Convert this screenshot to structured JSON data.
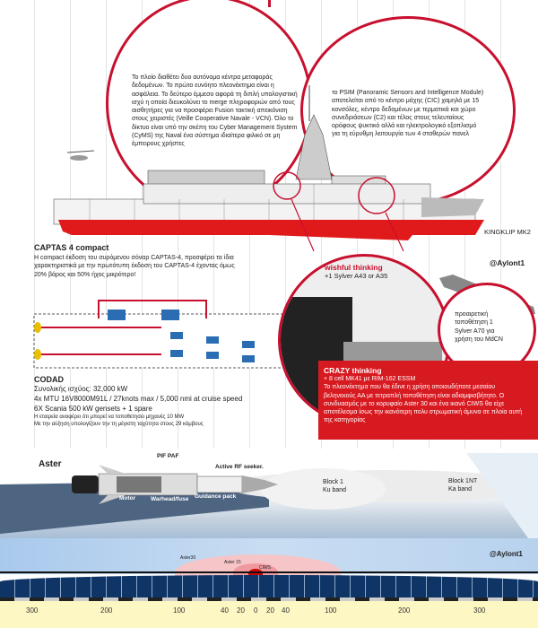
{
  "colors": {
    "accent": "#c8102e",
    "navy": "#0e3566",
    "ruler_bg": "#fdf7c4"
  },
  "circle_left": {
    "text": "Το πλοίο διαθέτει δυο αυτόνομα κέντρα μεταφοράς δεδομένων. Το πρώτο ευνόητο πλεονέκτημα είναι η ασφάλεια. Το δεύτερο έμμεσο αφορά τη διπλή υπολογιστική ισχύ η οποία διευκολύνει το merge πληροφοριών από τους αισθητήρες  για να προσφέρει Fusion τακτική απεικόνιση στους χειριστές (Veille Cooperative Navale - VCN). Όλο το δίκτυο είναι υπό την σκέπη του Cyber Management System (CyMS) της Naval ένα σύστημα ιδιαίτερα φιλικό σε μη έμπειρους χρήστες"
  },
  "circle_right": {
    "text": "το PSIM (Panoramic Sensors and Intelligence Module) αποτελείται από το κέντρο μάχης (CIC) χαμηλά με 15 κονσόλες, κέντρο δεδομένων με τερματικά και χώρο συνεδριάσεων (C2) και τέλος  στους τελευταίους ορόφους ψυκτικό αλλά και ηλεκτρολογικό εξοπλισμό για τη εύρυθμη λειτουργία των 4 σταθερών πανελ"
  },
  "ship": {
    "name": "KINGKLIP MK2"
  },
  "captas": {
    "title": "CAPTAS 4 compact",
    "text": "Η  compact έκδοση του συρόμενου σόναρ CAPTAS-4, προσφέρει τα ίδια χαρακτηριστικά  με την πρωτότυπη έκδοση του CAPTAS-4  έχοντας όμως 20% βάρος και 50% ήχος μικρότερο!"
  },
  "wishful": {
    "title": "wishful thinking",
    "text": "+1 Sylver A43 or A35"
  },
  "handle": "@Aylont1",
  "optional": {
    "text": "προαιρετική τοποθέτηση 1 Sylver A70 για χρήση του MdCN"
  },
  "crazy": {
    "title": "CRAZY thinking",
    "line1": "+ 8 cell MK41 με RIM-162 ESSM",
    "text": "Το πλεονέκτημα που θα έδινε η χρήση οποιουδήποτε μεσαίου βεληνεκούς ΑΑ  με τετραπλή τοποθέτηση  είναι αδιαμφισβήτητο. Ο συνδυασμός με το κορυφαίο Aster 30 και ένα ικανό CIWS θα είχε αποτέλεσμα ίσως την ικανότερη πολυ στρωματική άμυνα σε πλοία αυτή της κατηγορίας"
  },
  "codad": {
    "title": "CODAD",
    "lines": [
      "Συνολικής ισχύος: 32,000 kW",
      "4x  MTU 16V8000M91L /  27knots max / 5,000 nmi at cruise speed",
      "6X Scania 500 kW gensets + 1 spare"
    ],
    "notes": [
      "Η εταιρεία αναφέρει ότι μπορεί να τοποθετησει μηχανές 10 MW",
      "Με την αύξηση υπολογίζουν την τη μέγιστη ταχύτητα στους 29 κόμβους"
    ]
  },
  "aster": {
    "title": "Aster",
    "parts": {
      "pif_paf": "PIF PAF",
      "seeker": "Active RF seeker.",
      "motor": "Motor",
      "warhead": "Warhead/fuse",
      "guidance": "Guidance pack"
    }
  },
  "seeker_bands": [
    {
      "name": "Block 1",
      "band": "Ku band"
    },
    {
      "name": "Block 1NT",
      "band": "Ka band"
    }
  ],
  "ranges": {
    "aster30": "Aster30",
    "aster15": "Aster 15",
    "ciws": "CIWS"
  },
  "ruler_labels": [
    "300",
    "200",
    "100",
    "40",
    "20",
    "0",
    "20",
    "40",
    "100",
    "200",
    "300"
  ]
}
